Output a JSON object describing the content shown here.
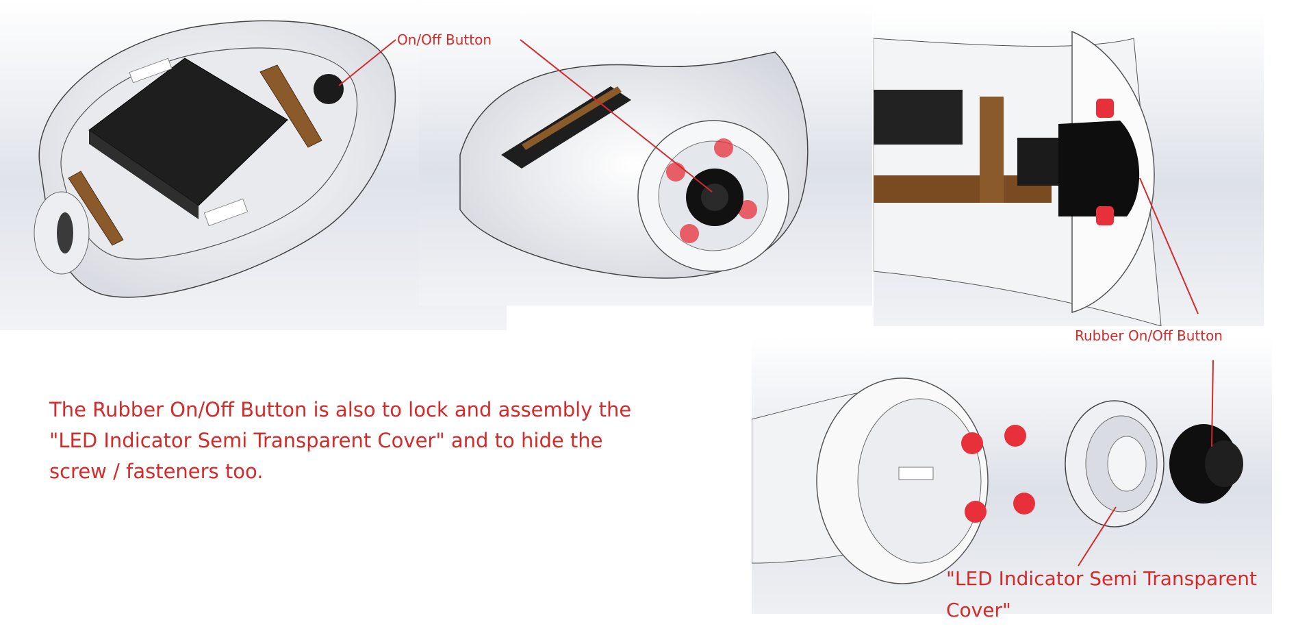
{
  "labels": {
    "on_off_button": "On/Off Button",
    "rubber_on_off_button": "Rubber On/Off Button",
    "led_cover": "\"LED Indicator Semi Transparent Cover\""
  },
  "caption": "The Rubber On/Off Button is also to lock and assembly the \"LED Indicator Semi Transparent Cover\" and to hide the screw / fasteners too.",
  "colors": {
    "annotation": "#d42a2a",
    "body_shell": "#f2f3f5",
    "battery": "#1e1e1e",
    "pcb": "#8b5a2b",
    "led": "#e8303a",
    "background": "#e6e9ef"
  }
}
